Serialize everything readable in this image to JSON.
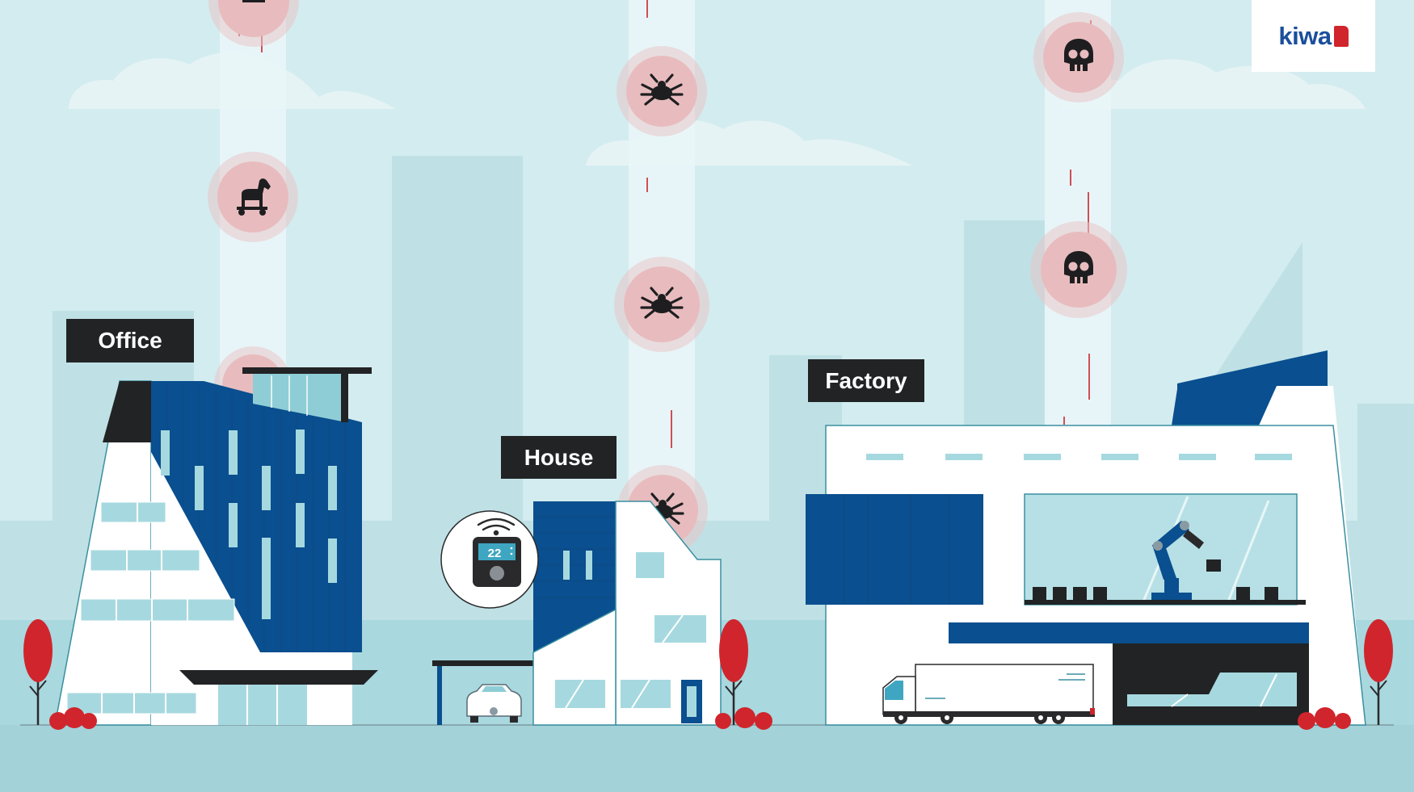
{
  "labels": {
    "office": "Office",
    "house": "House",
    "factory": "Factory"
  },
  "logo": {
    "text": "kiwa"
  },
  "thermostat": {
    "temperature": "22"
  },
  "threat_icons": [
    "trojan-horse-icon",
    "bug-icon",
    "bug-icon",
    "bug-icon",
    "skull-icon",
    "skull-icon"
  ],
  "colors": {
    "sky": "#d3ecef",
    "skyline": "#bfe1e5",
    "ground": "#a9d8df",
    "brand_blue": "#0a4f8f",
    "threat_red": "#c8262c",
    "threat_halo": "#e8bcbe",
    "label_bg": "#222325",
    "tree_red": "#d0252c"
  }
}
